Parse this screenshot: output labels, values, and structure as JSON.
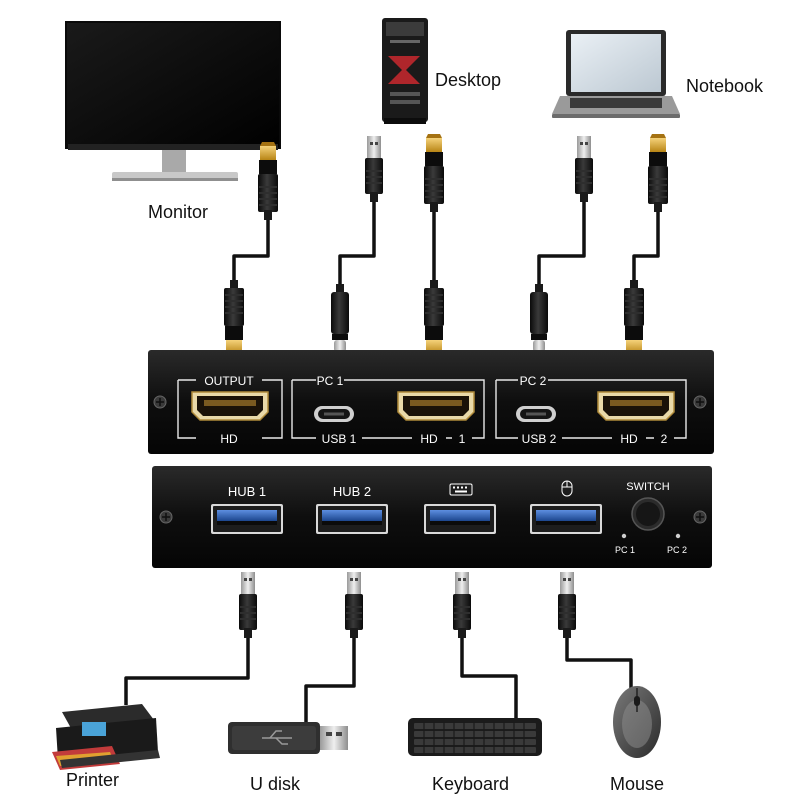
{
  "devices": {
    "monitor": "Monitor",
    "desktop": "Desktop",
    "notebook": "Notebook",
    "printer": "Printer",
    "udisk": "U disk",
    "keyboard": "Keyboard",
    "mouse": "Mouse"
  },
  "top_panel": {
    "output_label": "OUTPUT",
    "output_hd": "HD",
    "pc1_label": "PC 1",
    "pc1_usb": "USB 1",
    "pc1_hd": "HD",
    "pc1_hd_num": "1",
    "pc2_label": "PC 2",
    "pc2_usb": "USB 2",
    "pc2_hd": "HD",
    "pc2_hd_num": "2"
  },
  "bottom_panel": {
    "hub1": "HUB  1",
    "hub2": "HUB  2",
    "keyboard_icon": "keyboard-icon",
    "mouse_icon": "mouse-icon",
    "switch": "SWITCH",
    "led_pc1": "PC 1",
    "led_pc2": "PC 2"
  },
  "colors": {
    "panel": "#121212",
    "panel_line": "#e8e8e8",
    "cable": "#111111",
    "hdmi_gold": "#d9a52b",
    "usb_blue": "#2f5fa8"
  }
}
